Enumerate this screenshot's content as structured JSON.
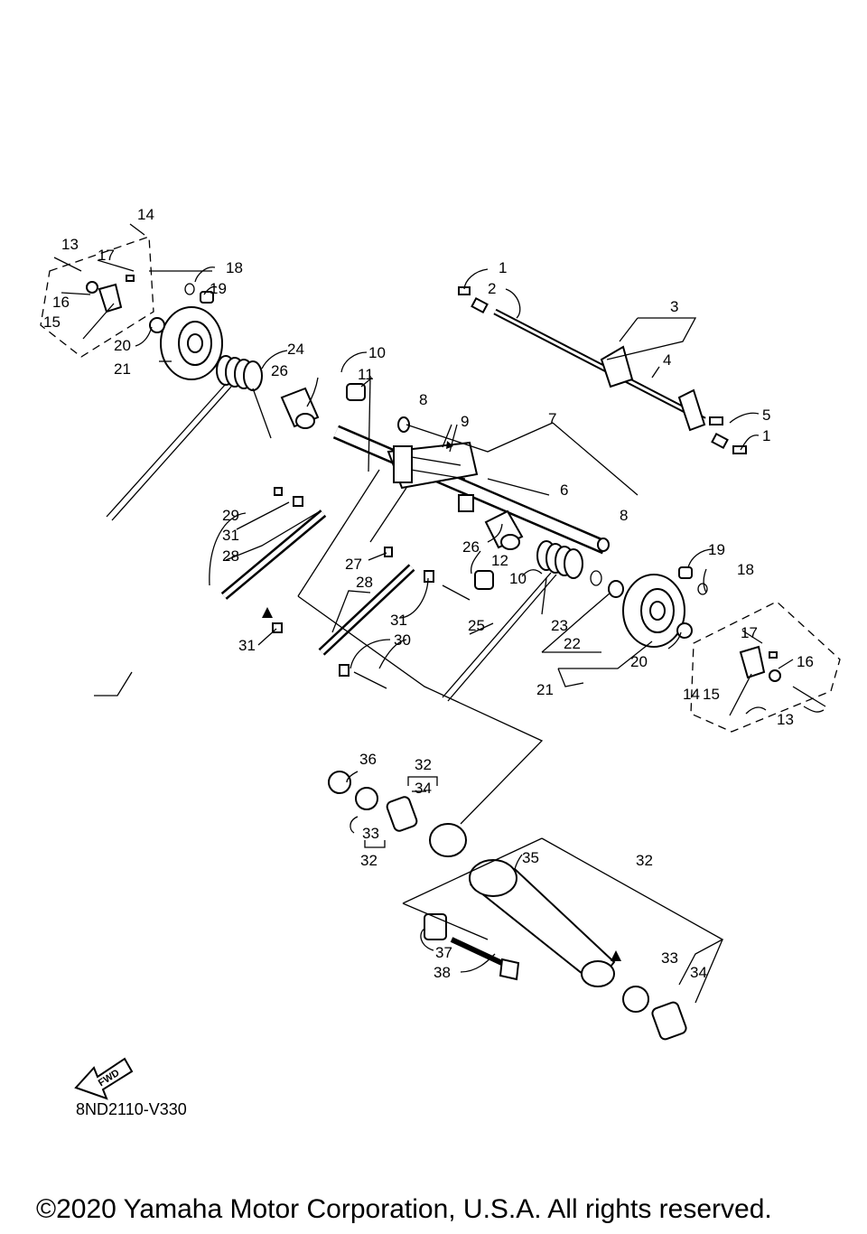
{
  "drawing_code": "8ND2110-V330",
  "copyright": "©2020 Yamaha Motor Corporation, U.S.A. All rights reserved.",
  "fwd_label": "FWD",
  "callouts": [
    "1",
    "2",
    "3",
    "4",
    "5",
    "1",
    "6",
    "7",
    "8",
    "9",
    "8",
    "10",
    "11",
    "12",
    "10",
    "13",
    "14",
    "15",
    "16",
    "17",
    "18",
    "19",
    "20",
    "21",
    "13",
    "14",
    "15",
    "16",
    "17",
    "18",
    "19",
    "20",
    "21",
    "22",
    "23",
    "24",
    "25",
    "26",
    "26",
    "27",
    "28",
    "28",
    "29",
    "30",
    "31",
    "31",
    "31",
    "32",
    "34",
    "33",
    "32",
    "35",
    "32",
    "33",
    "34",
    "36",
    "37",
    "38"
  ]
}
